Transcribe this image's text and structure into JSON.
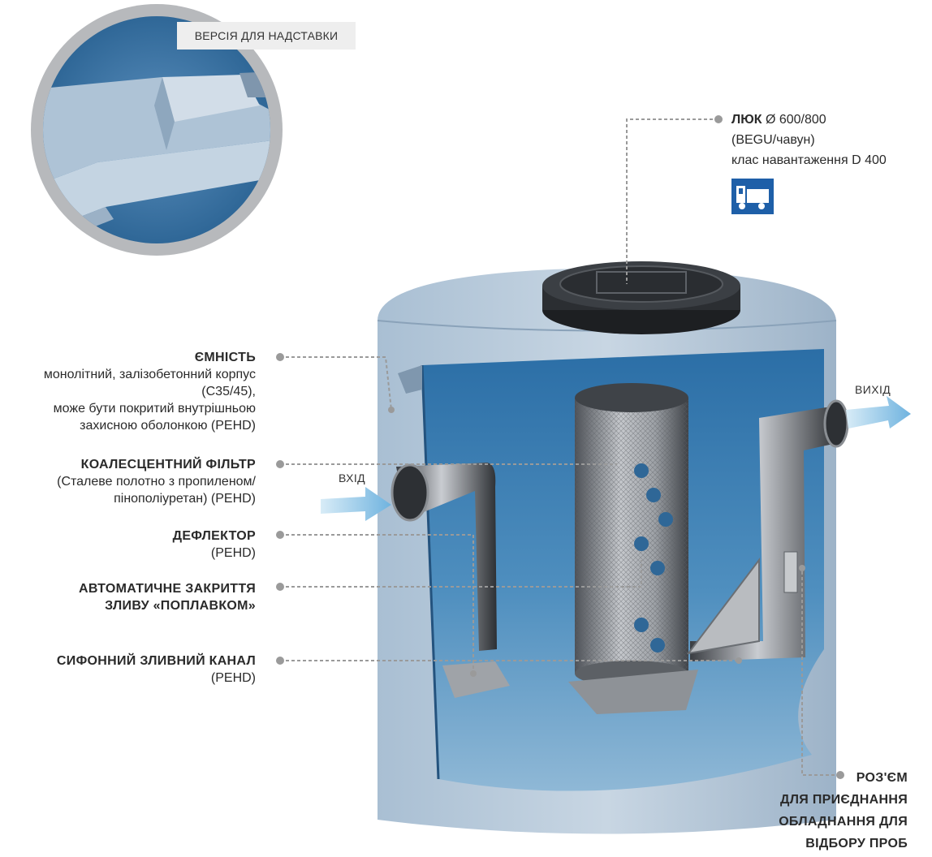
{
  "version_badge": "ВЕРСІЯ ДЛЯ НАДСТАВКИ",
  "lid": {
    "title": "ЛЮК",
    "line1_rest": "Ø 600/800",
    "line2": "(BEGU/чавун)",
    "line3": "клас навантаження D 400"
  },
  "tank": {
    "title": "ЄМНІСТЬ",
    "lines": [
      "монолітний, залізобетонний корпус",
      "(C35/45),",
      "може бути покритий внутрішньою",
      "захисною оболонкою (PEHD)"
    ]
  },
  "filter": {
    "title": "КОАЛЕСЦЕНТНИЙ ФІЛЬТР",
    "lines": [
      "(Сталеве полотно з пропиленом/",
      "пінополіуретан) (PEHD)"
    ]
  },
  "deflector": {
    "title": "ДЕФЛЕКТОР",
    "lines": [
      "(PEHD)"
    ]
  },
  "float": {
    "title_line1": "АВТОМАТИЧНЕ ЗАКРИТТЯ",
    "title_line2": "ЗЛИВУ «ПОПЛАВКОМ»"
  },
  "siphon": {
    "title": "СИФОННИЙ ЗЛИВНИЙ КАНАЛ",
    "lines": [
      "(PEHD)"
    ]
  },
  "connector": {
    "title": "РОЗ'ЄМ",
    "lines": [
      "ДЛЯ ПРИЄДНАННЯ",
      "ОБЛАДНАННЯ ДЛЯ",
      "ВІДБОРУ ПРОБ"
    ]
  },
  "flow": {
    "inlet": "ВХІД",
    "outlet": "ВИХІД"
  },
  "colors": {
    "concrete": "#9fb6cc",
    "liner": "#2d6fa6",
    "leader": "#9a9a9a",
    "truck_badge": "#1e5fa8"
  }
}
